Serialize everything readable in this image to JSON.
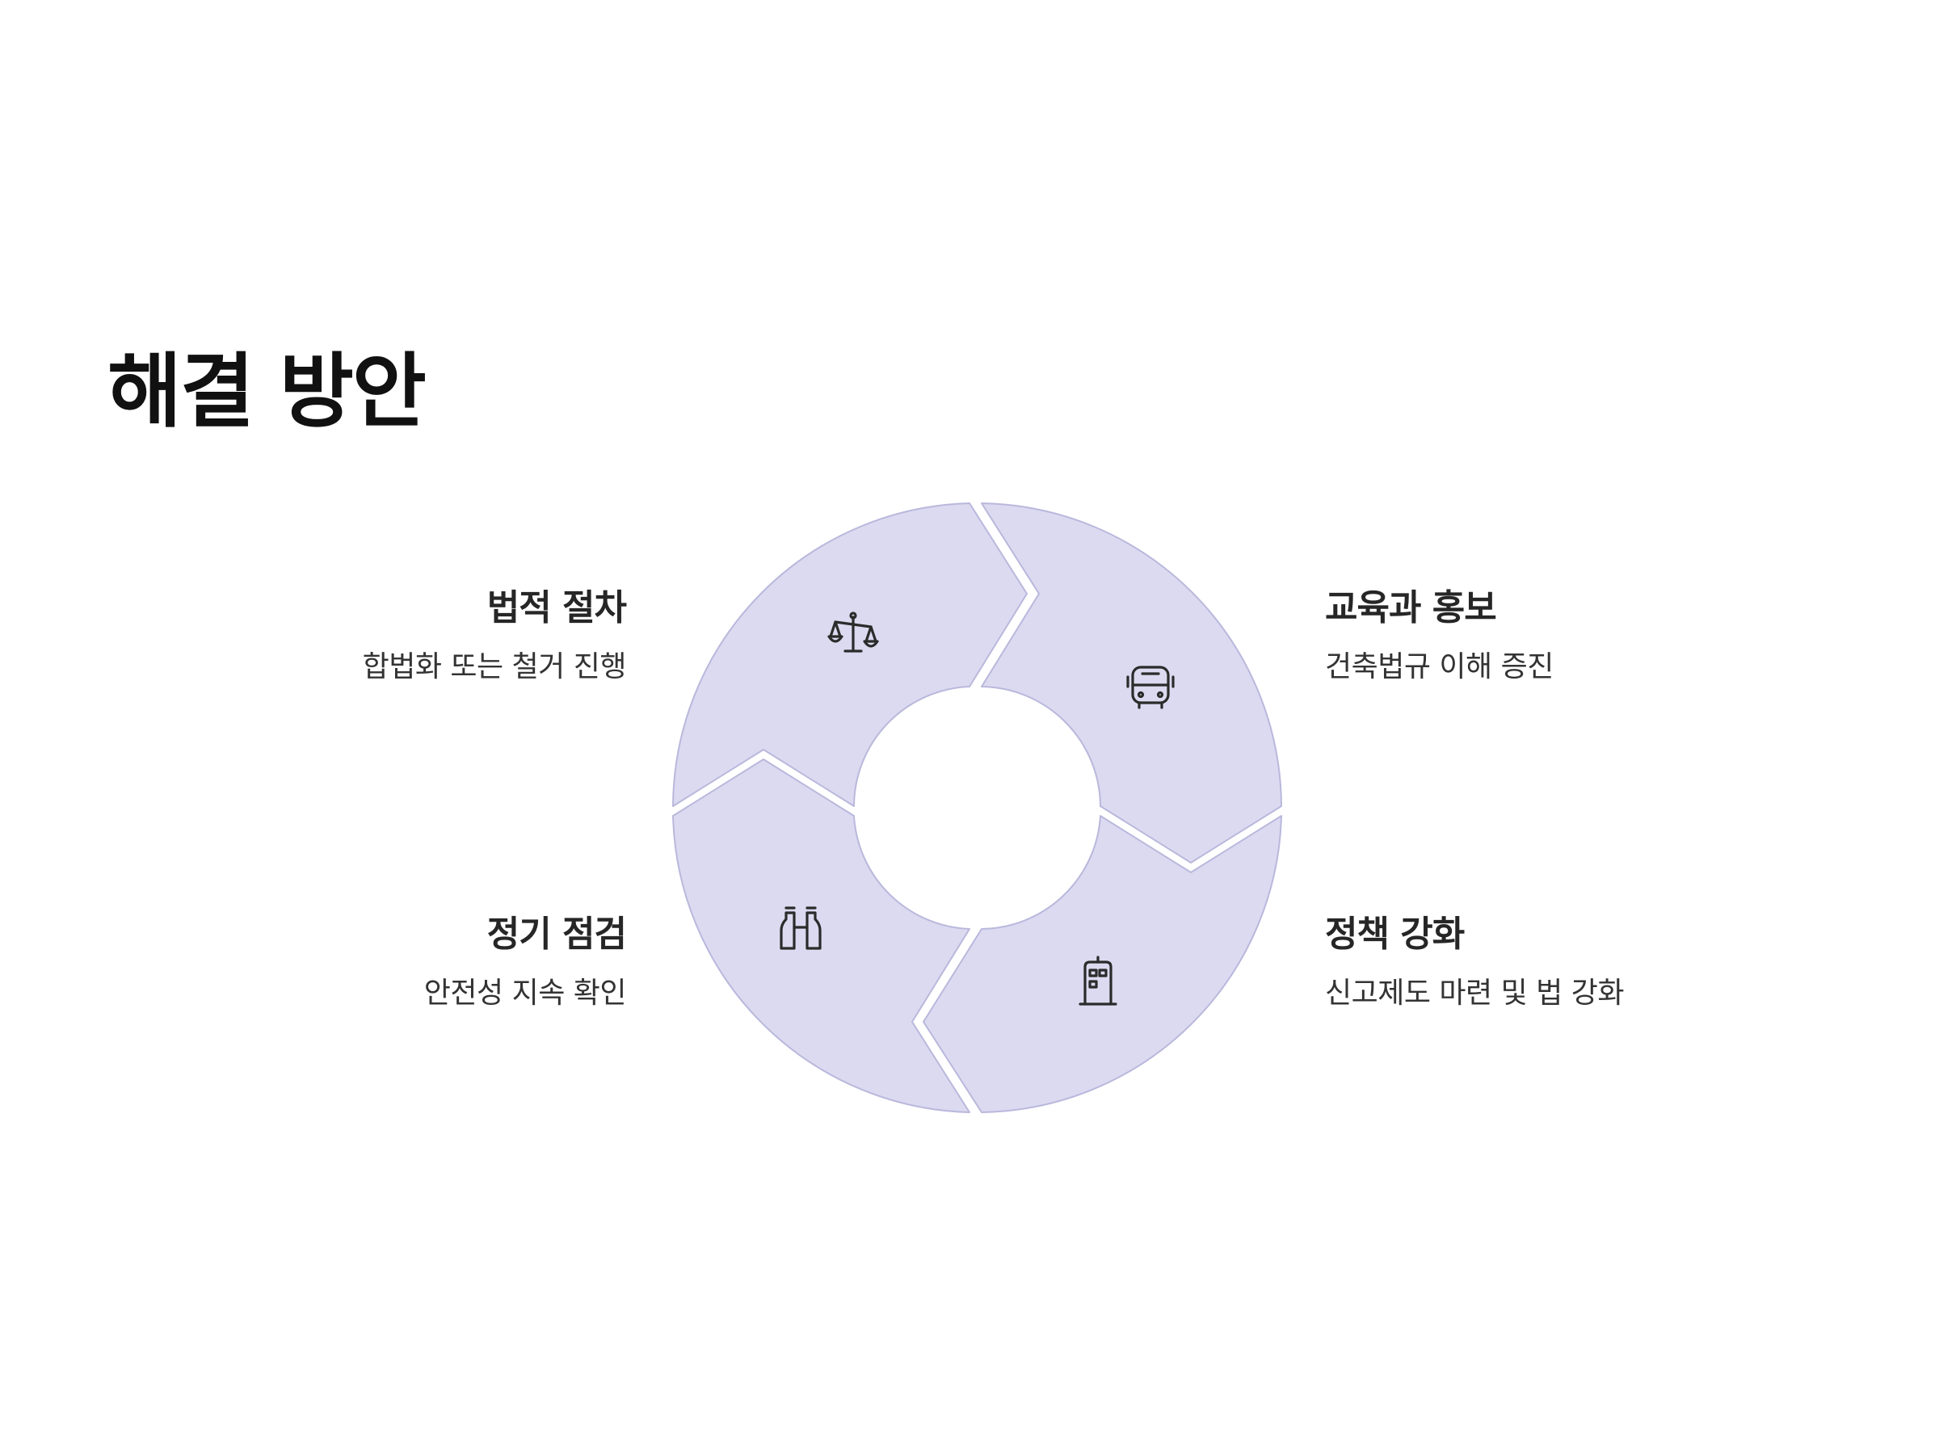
{
  "page": {
    "title": "해결 방안"
  },
  "diagram": {
    "type": "cycle",
    "fill_color": "#dbdaf0",
    "stroke_color": "#b9b8dc",
    "steps": [
      {
        "title": "법적 절차",
        "description": "합법화 또는 철거 진행",
        "icon": "scale-icon"
      },
      {
        "title": "교육과 홍보",
        "description": "건축법규 이해 증진",
        "icon": "bus-icon"
      },
      {
        "title": "정책 강화",
        "description": "신고제도 마련 및 법 강화",
        "icon": "building-door-icon"
      },
      {
        "title": "정기 점검",
        "description": "안전성 지속 확인",
        "icon": "binoculars-icon"
      }
    ]
  }
}
